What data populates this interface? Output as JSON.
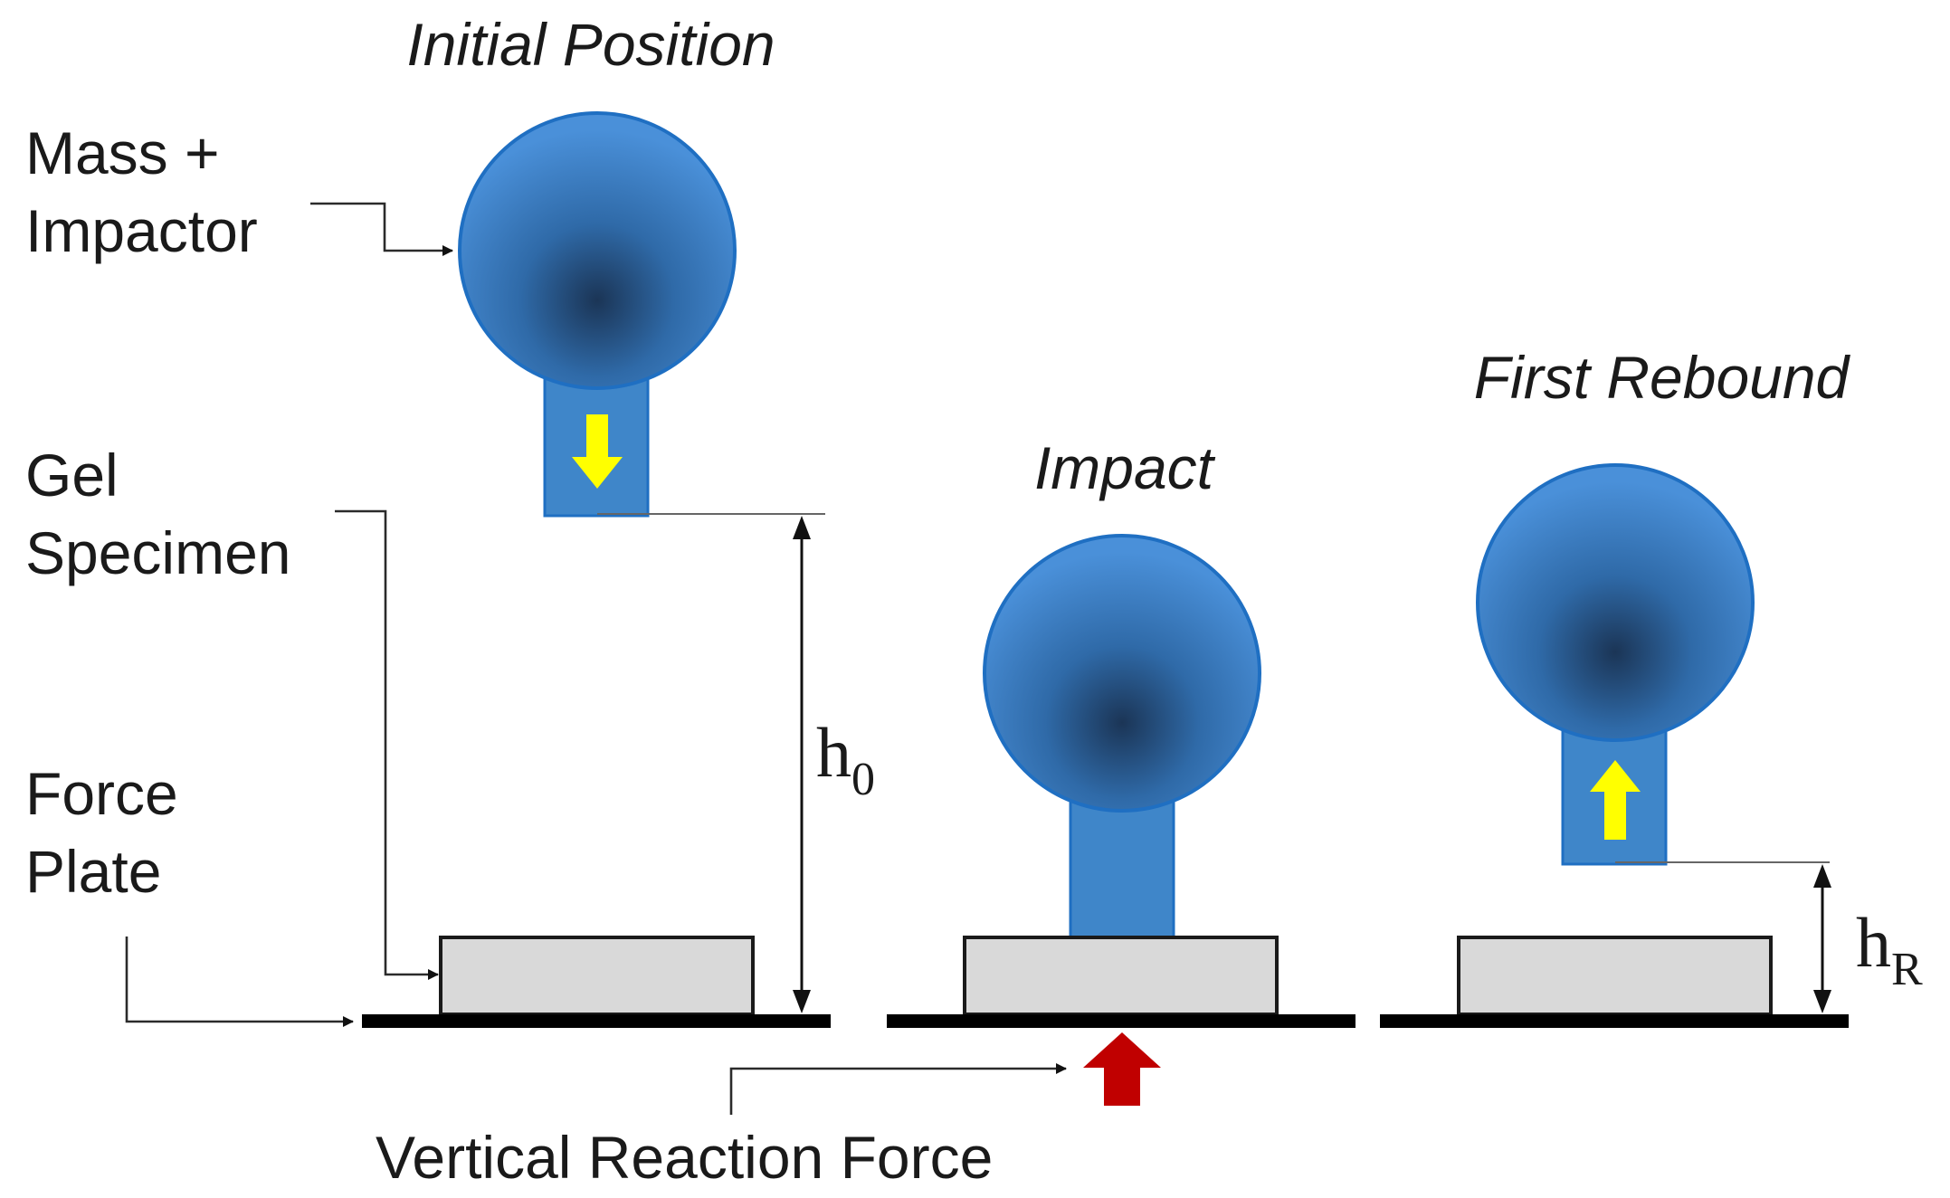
{
  "labels": {
    "title_initial": "Initial Position",
    "title_impact": "Impact",
    "title_rebound": "First Rebound",
    "mass_line1": "Mass +",
    "mass_line2": "Impactor",
    "gel_line1": "Gel",
    "gel_line2": "Specimen",
    "force_line1": "Force",
    "force_line2": "Plate",
    "reaction_force": "Vertical Reaction Force",
    "h0_base": "h",
    "h0_sub": "0",
    "hr_base": "h",
    "hr_sub": "R"
  },
  "colors": {
    "impactor_blue": "#3f86c9",
    "impactor_edge": "#1f6fc2",
    "motion_arrow": "#ffff00",
    "reaction_arrow": "#c00000",
    "specimen_fill": "#d9d9d9",
    "plate": "#000000"
  },
  "icons": {
    "down_arrow": "arrow-down-icon",
    "up_arrow": "arrow-up-icon",
    "reaction_arrow": "arrow-up-icon"
  }
}
